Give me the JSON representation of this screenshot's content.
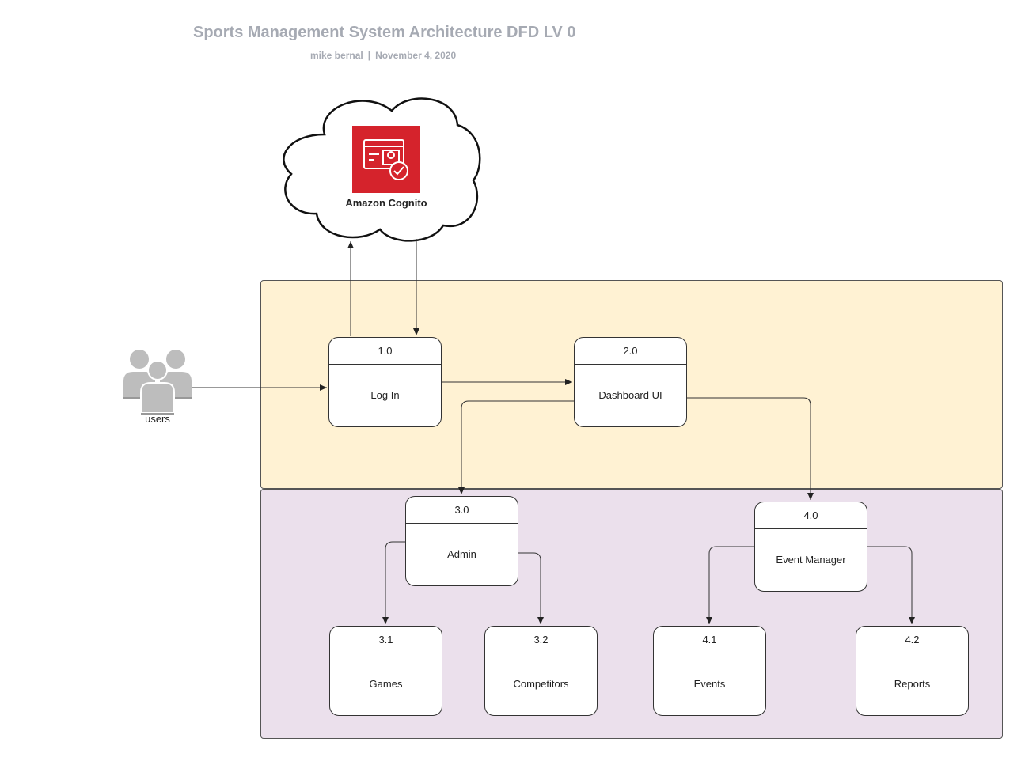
{
  "header": {
    "title": "Sports Management System Architecture DFD LV 0",
    "author": "mike bernal",
    "separator": "|",
    "date": "November 4, 2020"
  },
  "external": {
    "users_label": "users",
    "cognito_label": "Amazon Cognito"
  },
  "processes": {
    "p1_0": {
      "id": "1.0",
      "name": "Log In"
    },
    "p2_0": {
      "id": "2.0",
      "name": "Dashboard UI"
    },
    "p3_0": {
      "id": "3.0",
      "name": "Admin"
    },
    "p3_1": {
      "id": "3.1",
      "name": "Games"
    },
    "p3_2": {
      "id": "3.2",
      "name": "Competitors"
    },
    "p4_0": {
      "id": "4.0",
      "name": "Event Manager"
    },
    "p4_1": {
      "id": "4.1",
      "name": "Events"
    },
    "p4_2": {
      "id": "4.2",
      "name": "Reports"
    }
  },
  "colors": {
    "web_zone": "#fff2d3",
    "mgmt_zone": "#ebe0ec",
    "cognito": "#d5232c",
    "users_icon": "#bdbdbd"
  }
}
